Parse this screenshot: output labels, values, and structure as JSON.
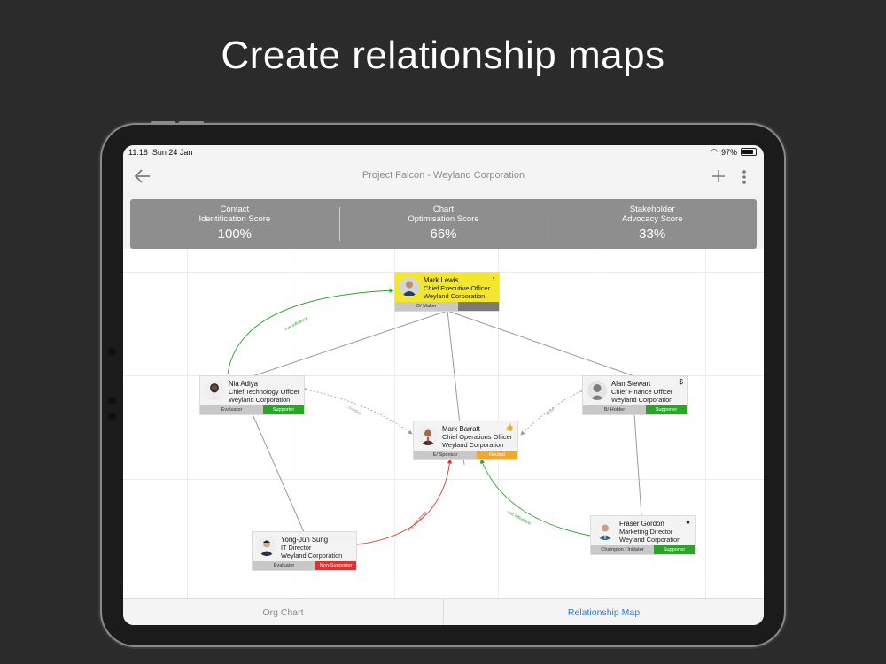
{
  "headline": "Create relationship maps",
  "status_bar": {
    "time": "11:18",
    "date": "Sun 24 Jan",
    "battery": "97%"
  },
  "navbar": {
    "title": "Project Falcon - Weyland Corporation",
    "back_icon": "arrow-left-icon",
    "add_icon": "plus-icon",
    "more_icon": "more-vertical-icon"
  },
  "scores": [
    {
      "line1": "Contact",
      "line2": "Identification Score",
      "value": "100%"
    },
    {
      "line1": "Chart",
      "line2": "Optimisation Score",
      "value": "66%"
    },
    {
      "line1": "Stakeholder",
      "line2": "Advocacy Score",
      "value": "33%"
    }
  ],
  "cards": [
    {
      "name": "Mark Lewis",
      "title": "Chief Executive Officer",
      "company": "Weyland Corporation",
      "role": "D/ Maker",
      "status": "",
      "status_color": "#7a7a7a",
      "bg": "#f2e62e",
      "badge": "◔"
    },
    {
      "name": "Nia Adiya",
      "title": "Chief Technology Officer",
      "company": "Weyland Corporation",
      "role": "Evaluator",
      "status": "Supporter",
      "status_color": "#2aa52a",
      "bg": "#f3f3f3",
      "badge": ""
    },
    {
      "name": "Alan Stewart",
      "title": "Chief Finance Officer",
      "company": "Weyland Corporation",
      "role": "B/ Holder",
      "status": "Supporter",
      "status_color": "#2aa52a",
      "bg": "#f3f3f3",
      "badge": "$"
    },
    {
      "name": "Mark Barratt",
      "title": "Chief Operations Officer",
      "company": "Weyland Corporation",
      "role": "E/ Sponsor",
      "status": "Neutral",
      "status_color": "#f0a830",
      "bg": "#f3f3f3",
      "badge": "👍"
    },
    {
      "name": "Fraser Gordon",
      "title": "Marketing Director",
      "company": "Weyland Corporation",
      "role": "Champion | Initiator",
      "status": "Supporter",
      "status_color": "#2aa52a",
      "bg": "#f3f3f3",
      "badge": "★"
    },
    {
      "name": "Yong-Jun Sung",
      "title": "IT Director",
      "company": "Weyland Corporation",
      "role": "Evaluator",
      "status": "Non-Supporter",
      "status_color": "#e03030",
      "bg": "#f3f3f3",
      "badge": ""
    }
  ],
  "link_labels": {
    "positive": "+ve influence",
    "conflict": "conflict",
    "close": "close"
  },
  "tabs": [
    {
      "label": "Org Chart"
    },
    {
      "label": "Relationship Map"
    }
  ],
  "colors": {
    "accent": "#2f7fd8",
    "positive": "#2aa52a",
    "negative": "#e03030",
    "neutral": "#f0a830"
  }
}
